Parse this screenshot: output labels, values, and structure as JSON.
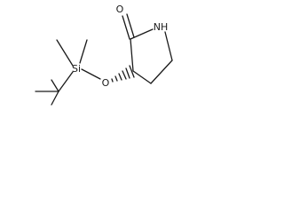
{
  "molecule": {
    "atoms": {
      "oxygen_carbonyl": "O",
      "nitrogen": "NH",
      "silicon": "Si",
      "oxygen_ether": "O"
    }
  }
}
